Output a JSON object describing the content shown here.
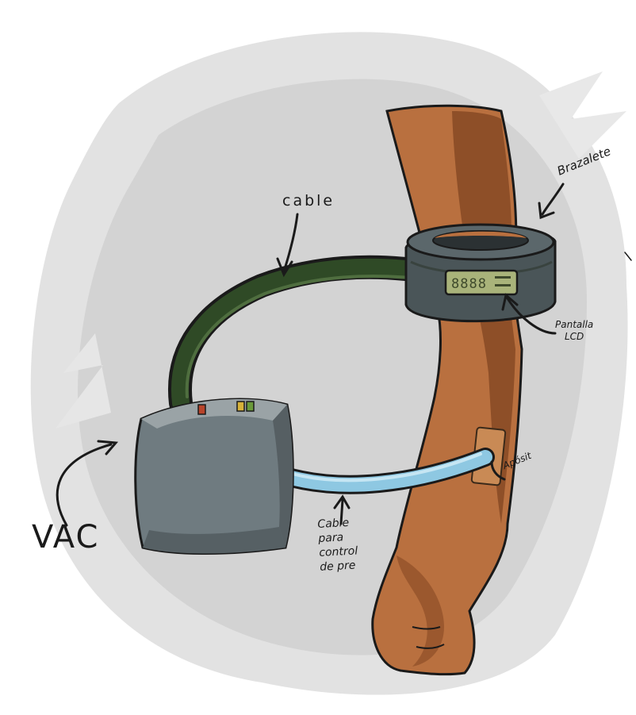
{
  "labels": {
    "vac": "VAC",
    "cable": "cable",
    "brazalete": "Brazalete",
    "pantalla_line1": "Pantalla",
    "pantalla_line2": "LCD",
    "aposito": "Apósit",
    "cable_control_line1": "Cable",
    "cable_control_line2": "para",
    "cable_control_line3": "control",
    "cable_control_line4": "de pre"
  },
  "lcd_display": "8888",
  "colors": {
    "skin": "#b9703f",
    "skin_shadow": "#8e4f28",
    "dark_cable": "#2f4a26",
    "blue_tube": "#8ec8e2",
    "device_body": "#6f7b80",
    "cuff": "#4a5558",
    "lcd_screen": "#a9b37a",
    "led_red": "#b8442a",
    "led_yellow": "#d6b23a",
    "led_green": "#6a9a3a"
  }
}
